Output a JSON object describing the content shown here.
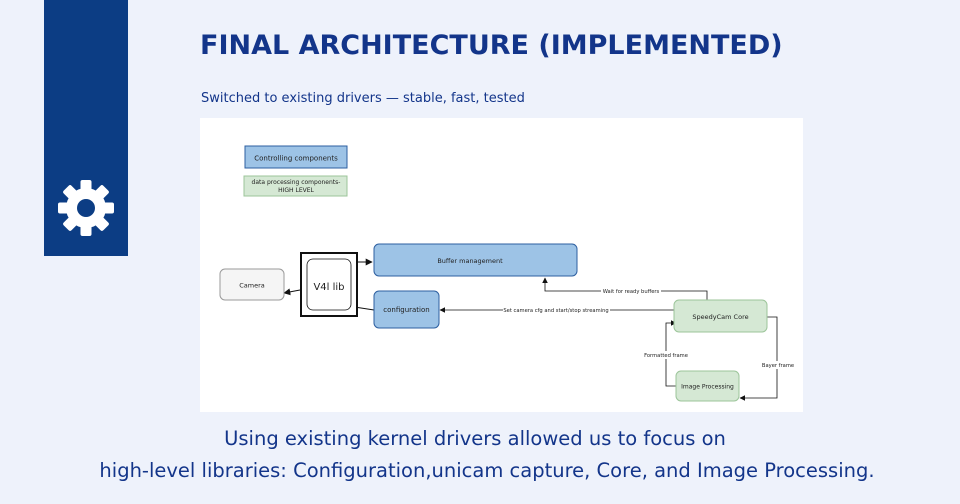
{
  "slide": {
    "title": "FINAL ARCHITECTURE (IMPLEMENTED)",
    "subtitle": "Switched to existing drivers — stable, fast, tested",
    "caption_line1": "Using existing kernel drivers allowed us to focus on",
    "caption_line2": "high-level libraries: Configuration,unicam capture, Core, and Image Processing.",
    "sidebar_icon": "gear-icon",
    "colors": {
      "sidebar": "#0c3d84",
      "title": "#13358a",
      "background": "#eef2fb",
      "controlling": "#9dc3e6",
      "processing": "#d5e8d4"
    }
  },
  "diagram": {
    "legend": {
      "controlling": "Controlling components",
      "processing_line1": "data processing components-",
      "processing_line2": "HIGH LEVEL"
    },
    "nodes": {
      "camera": "Camera",
      "v4l": "V4l lib",
      "buffer": "Buffer management",
      "configuration": "configuration",
      "core": "SpeedyCam Core",
      "image": "Image Processing"
    },
    "edges": {
      "wait": "Wait for ready buffers",
      "set_cfg": "Set camera cfg and start/stop streaming",
      "formatted": "Formatted frame",
      "bayer": "Bayer frame"
    }
  }
}
